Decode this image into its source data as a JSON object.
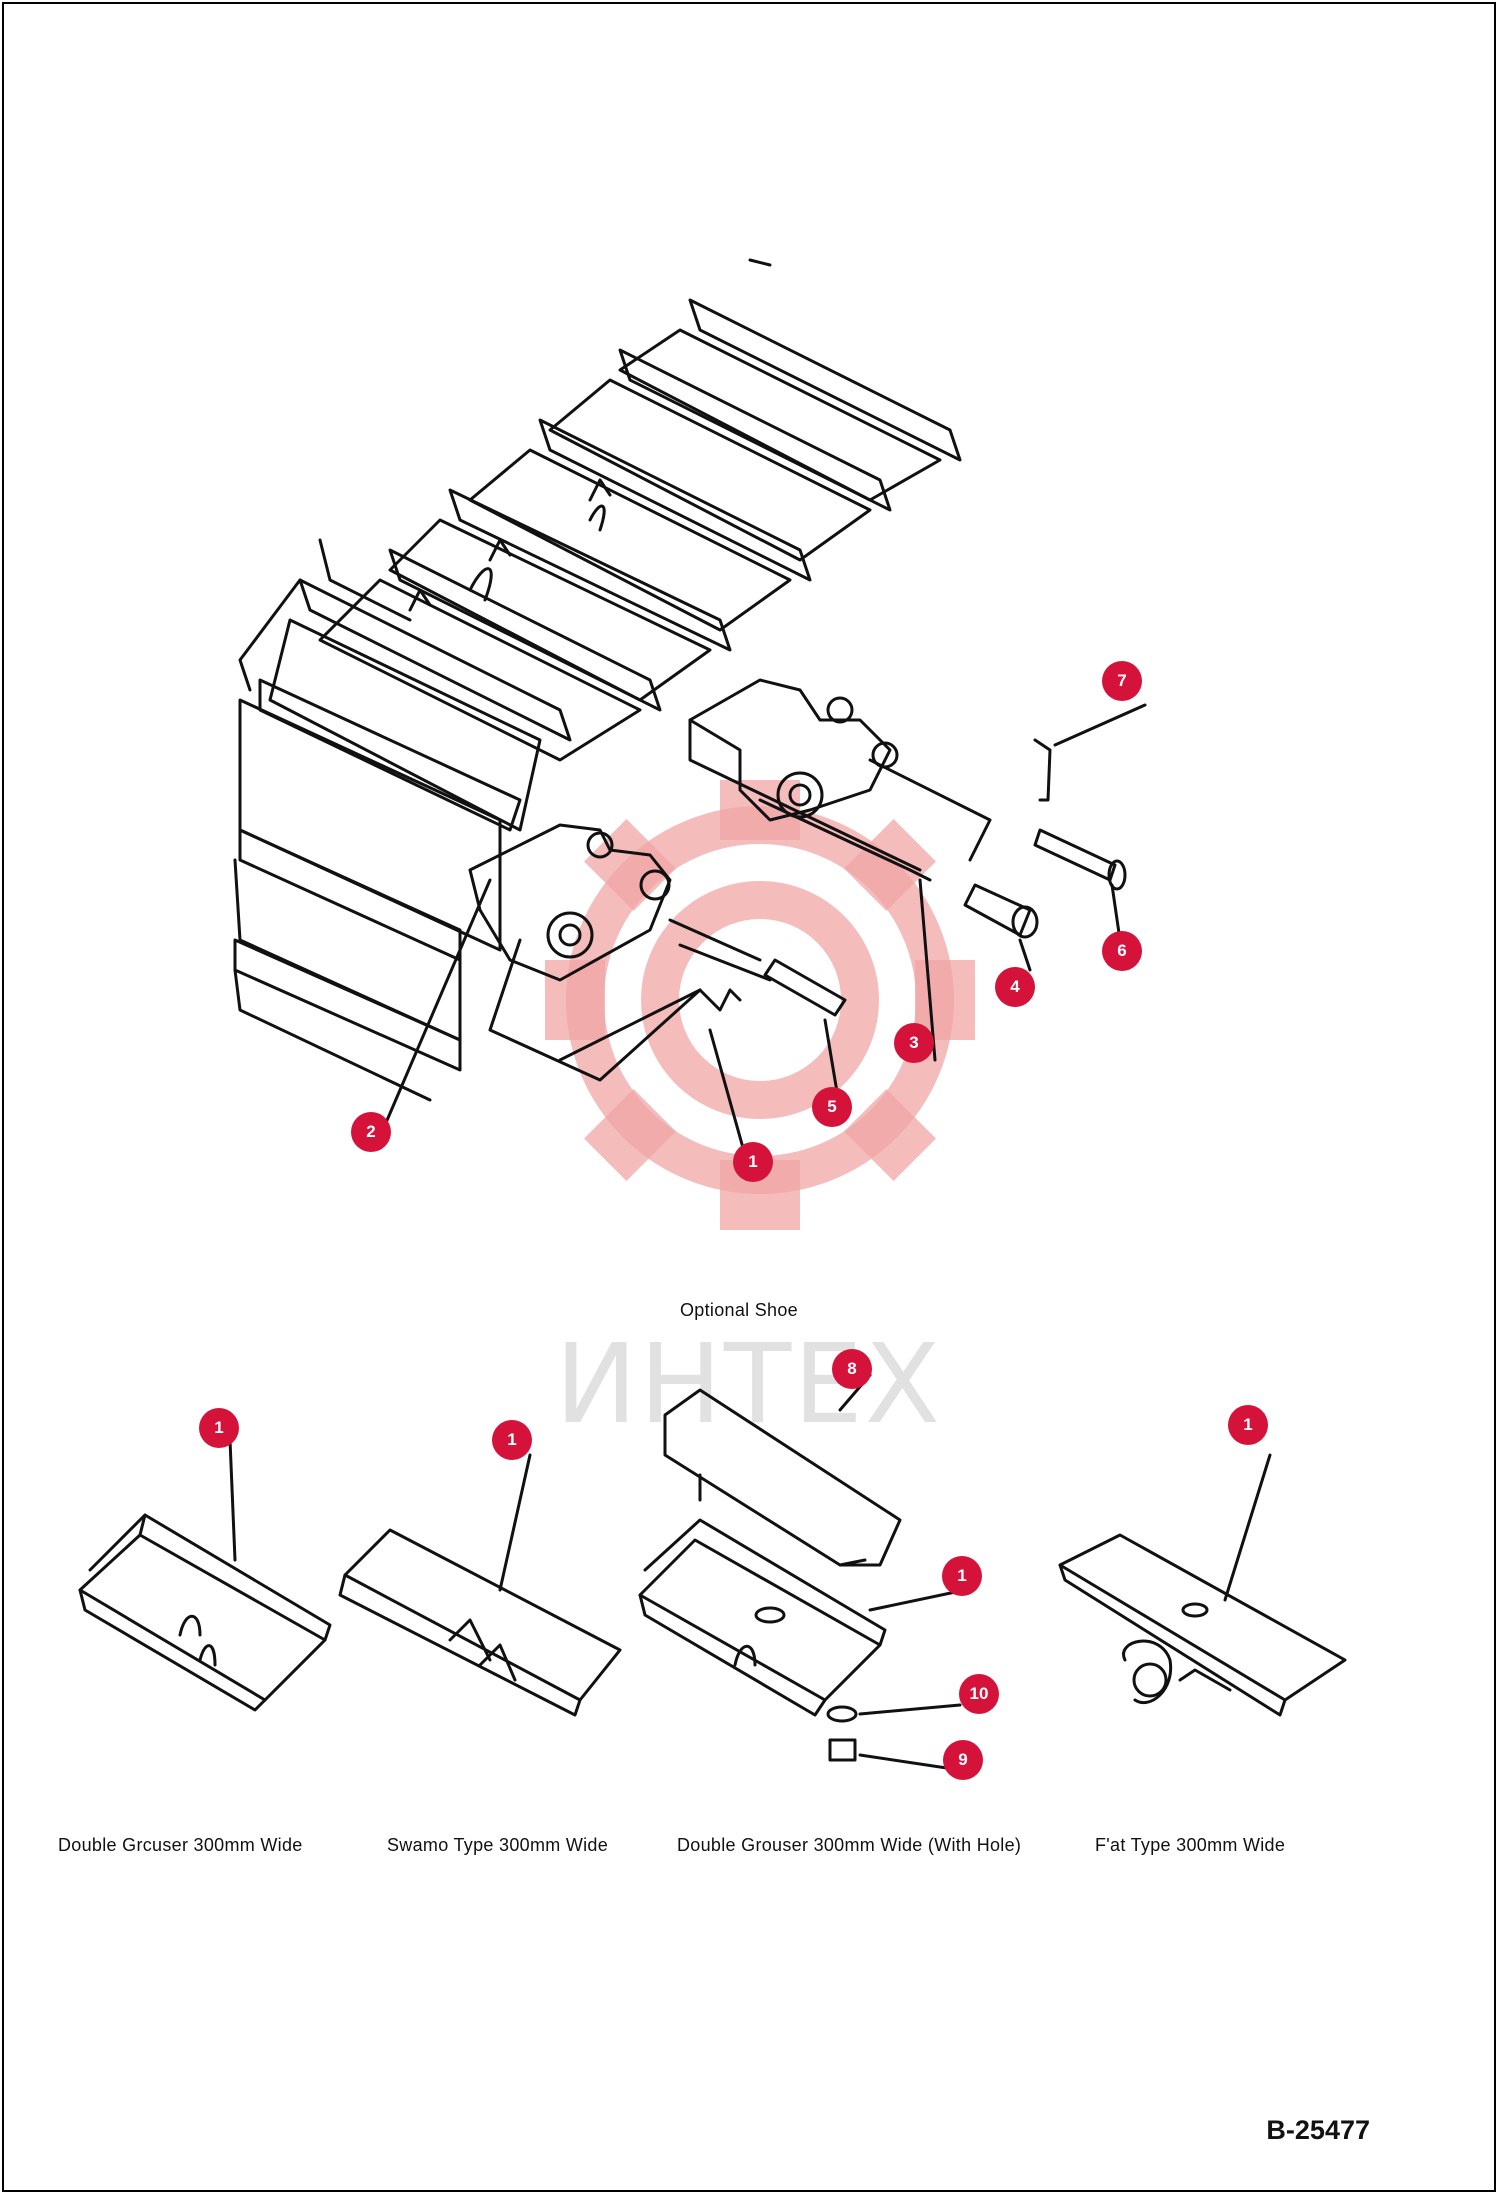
{
  "watermark": {
    "text": "ИНТЕХ"
  },
  "captions": {
    "optional_shoe": "Optional Shoe",
    "shoe_1": "Double Grcuser 300mm Wide",
    "shoe_2": "Swamo Type 300mm Wide",
    "shoe_3": "Double Grouser 300mm Wide (With Hole)",
    "shoe_4": "F'at Type 300mm Wide"
  },
  "callouts": [
    {
      "id": "callout-1-main",
      "label": "1"
    },
    {
      "id": "callout-2",
      "label": "2"
    },
    {
      "id": "callout-3",
      "label": "3"
    },
    {
      "id": "callout-4",
      "label": "4"
    },
    {
      "id": "callout-5",
      "label": "5"
    },
    {
      "id": "callout-6",
      "label": "6"
    },
    {
      "id": "callout-7",
      "label": "7"
    },
    {
      "id": "callout-8",
      "label": "8"
    },
    {
      "id": "callout-1-shoe-a",
      "label": "1"
    },
    {
      "id": "callout-1-shoe-b",
      "label": "1"
    },
    {
      "id": "callout-1-shoe-c",
      "label": "1"
    },
    {
      "id": "callout-1-shoe-d",
      "label": "1"
    },
    {
      "id": "callout-9",
      "label": "9"
    },
    {
      "id": "callout-10",
      "label": "10"
    }
  ],
  "drawing_number": "B-25477",
  "colors": {
    "callout": "#d4123a",
    "watermark": "#f2a6a6",
    "line": "#111111"
  }
}
